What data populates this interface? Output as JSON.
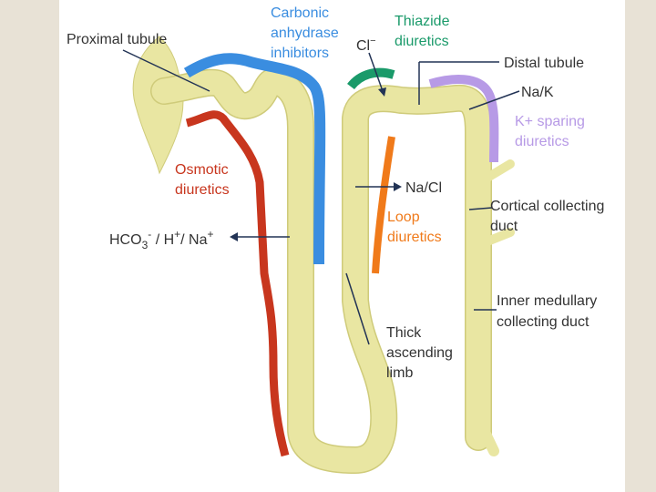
{
  "colors": {
    "background": "#e8e2d6",
    "nephron_fill": "#e9e6a2",
    "nephron_stroke": "#cfcb7a",
    "carbonic_blue": "#3a8de0",
    "thiazide_green": "#1a9a6a",
    "distal_purple": "#b79ae6",
    "osmotic_red": "#c8361e",
    "loop_orange": "#f07a1a",
    "label_dark": "#333333"
  },
  "labels": {
    "proximal_tubule": "Proximal tubule",
    "carbonic_1": "Carbonic",
    "carbonic_2": "anhydrase",
    "carbonic_3": "inhibitors",
    "chloride": "Cl",
    "chloride_sup": "−",
    "thiazide_1": "Thiazide",
    "thiazide_2": "diuretics",
    "distal_tubule": "Distal tubule",
    "na_k": "Na/K",
    "ksparing_1": "K+ sparing",
    "ksparing_2": "diuretics",
    "osmotic_1": "Osmotic",
    "osmotic_2": "diuretics",
    "na_cl": "Na/Cl",
    "loop_1": "Loop",
    "loop_2": "diuretics",
    "cortical_1": "Cortical collecting",
    "cortical_2": "duct",
    "hco3_a": "HCO",
    "hco3_sub": "3",
    "hco3_sup": "-",
    "hco3_b": " / H",
    "hplus_sup": "+",
    "hco3_c": "/ Na",
    "naplus_sup": "+",
    "inner_1": "Inner medullary",
    "inner_2": "collecting duct",
    "thick_1": "Thick",
    "thick_2": "ascending",
    "thick_3": "limb"
  }
}
